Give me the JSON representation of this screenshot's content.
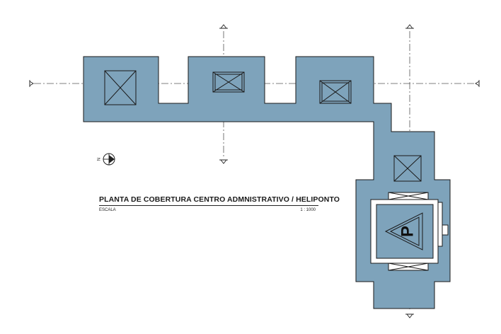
{
  "drawing": {
    "title": "PLANTA DE COBERTURA CENTRO ADMNISTRATIVO / HELIPONTO",
    "scale_label": "ESCALA",
    "scale_value": "1 : 1000",
    "north_letter": "N",
    "heliport_letter": "P"
  },
  "colors": {
    "roof_fill": "#7ea3bb",
    "line": "#1a1a1a",
    "axis": "#555555"
  },
  "icons": [
    "north-arrow-icon",
    "section-marker-icon",
    "skylight-x-icon",
    "heliport-triangle-icon"
  ]
}
